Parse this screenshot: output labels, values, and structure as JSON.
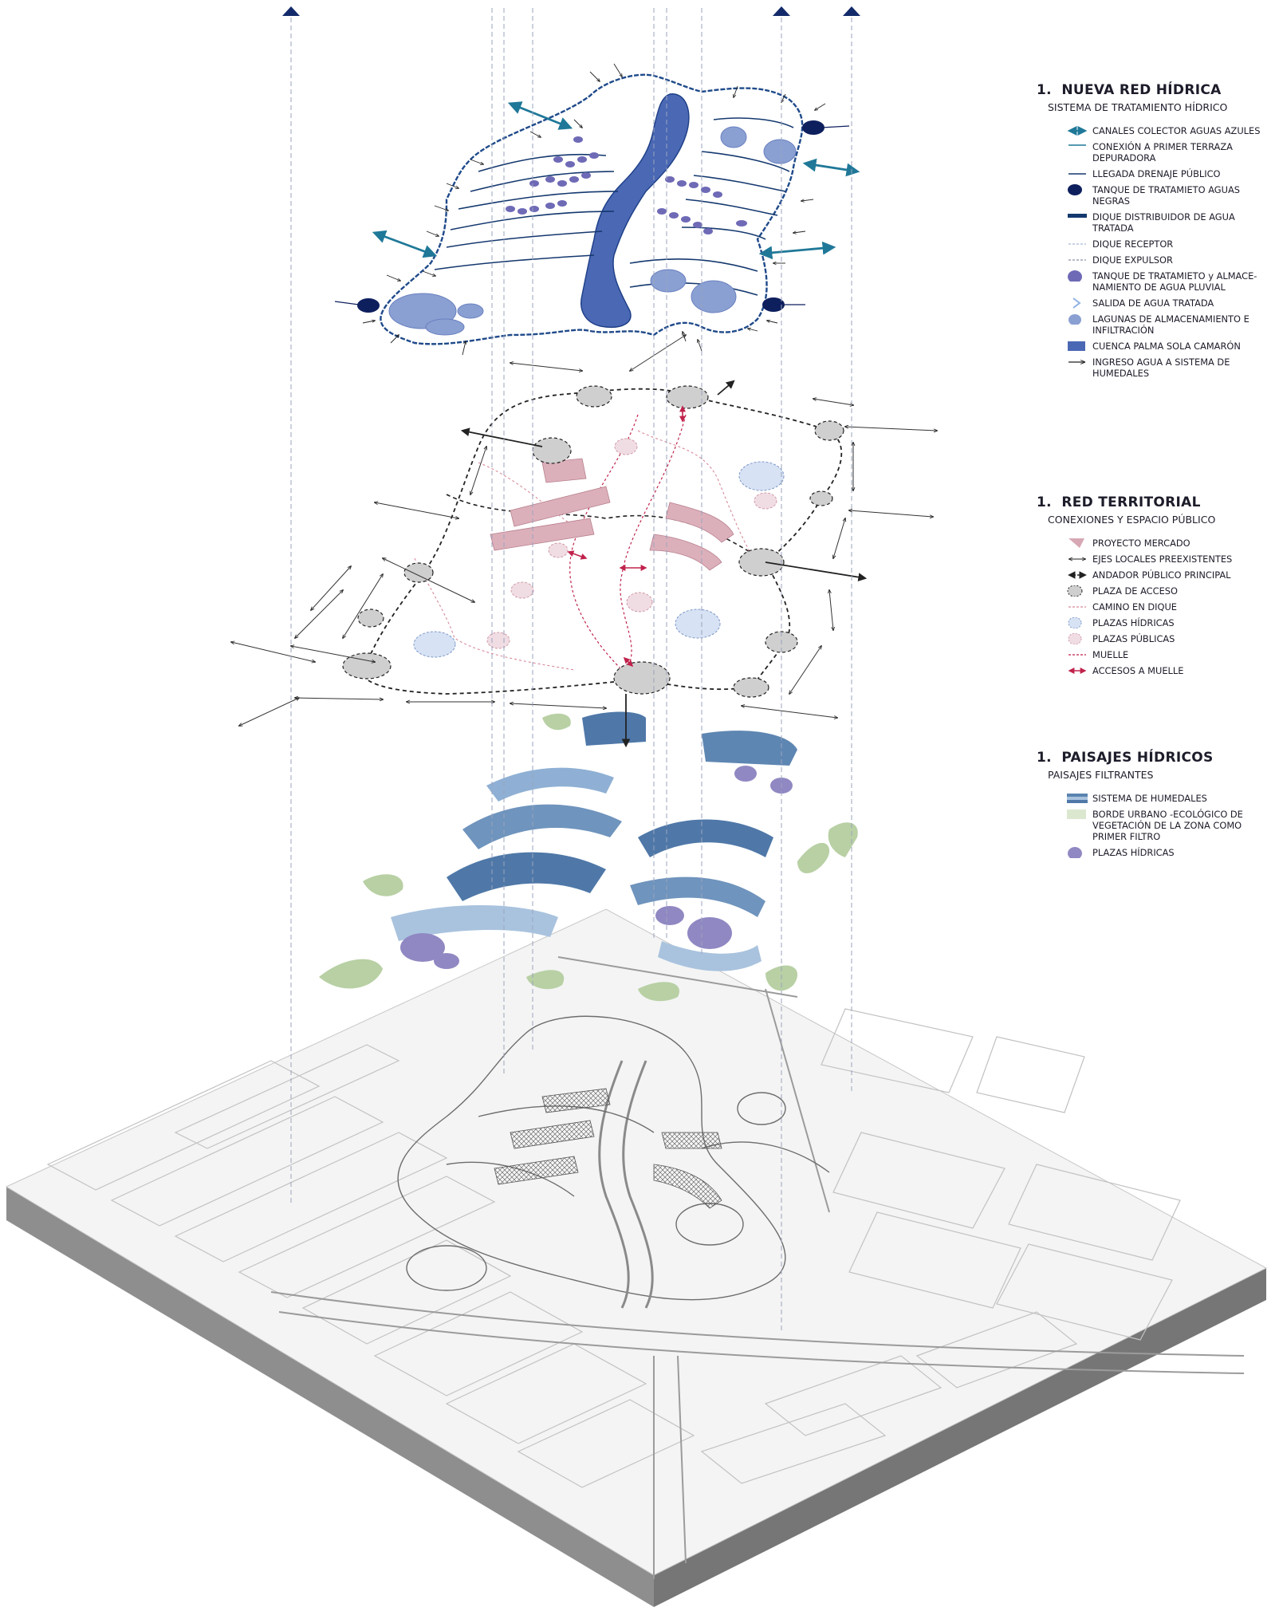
{
  "colors": {
    "water_dark": "#1d3e86",
    "water_main": "#4a68b4",
    "channel_teal": "#1f7898",
    "channel_navy": "#14386e",
    "tank_navy": "#0e1f5e",
    "tank_purple": "#7f7cb8",
    "lagoon_blue": "#8aa0d2",
    "plaza_grey": "#cfcfcf",
    "market_pink": "#d7a8b4",
    "muelle_red": "#c0224c",
    "hydric_plaza": "#d7e2f4",
    "public_plaza": "#f0dde3",
    "wetland_blue": "#5a84b0",
    "wetland_light": "#a9c3de",
    "vegetation_green": "#b8d0a4",
    "hydric_purple": "#9088c2",
    "base_grey": "#8c8c8c"
  },
  "legend_hidrica": {
    "title": "1.  NUEVA RED HÍDRICA",
    "subtitle": "SISTEMA DE TRATAMIENTO HÍDRICO",
    "items": [
      {
        "label": "CANALES COLECTOR AGUAS AZULES",
        "icon": "double-arrow-teal"
      },
      {
        "label": "CONEXIÓN A PRIMER TERRAZA DEPURADORA",
        "icon": "line-teal"
      },
      {
        "label": "LLEGADA DRENAJE PÚBLICO",
        "icon": "line-navy"
      },
      {
        "label": "TANQUE DE TRATAMIETO AGUAS NEGRAS",
        "icon": "ellipse-navy"
      },
      {
        "label": "DIQUE DISTRIBUIDOR DE AGUA TRATADA",
        "icon": "bar-navy"
      },
      {
        "label": "DIQUE RECEPTOR",
        "icon": "dashed-light"
      },
      {
        "label": "DIQUE EXPULSOR",
        "icon": "dashed-grey"
      },
      {
        "label": "TANQUE DE TRATAMIETO y ALMACE- NAMIENTO DE AGUA PLUVIAL",
        "icon": "circle-purple"
      },
      {
        "label": "SALIDA DE AGUA TRATADA",
        "icon": "arrow-lightblue"
      },
      {
        "label": "LAGUNAS DE ALMACENAMIENTO E INFILTRACIÓN",
        "icon": "blob-blue"
      },
      {
        "label": "CUENCA PALMA SOLA CAMARÓN",
        "icon": "rect-blue"
      },
      {
        "label": "INGRESO AGUA A SISTEMA DE HUMEDALES",
        "icon": "arrow-black"
      }
    ]
  },
  "legend_territorial": {
    "title": "1.  RED TERRITORIAL",
    "subtitle": "CONEXIONES Y ESPACIO PÚBLICO",
    "items": [
      {
        "label": "PROYECTO MERCADO",
        "icon": "triangle-pink"
      },
      {
        "label": "EJES LOCALES PREEXISTENTES",
        "icon": "double-arrow-thin"
      },
      {
        "label": "ANDADOR PÚBLICO PRINCIPAL",
        "icon": "double-arrow-dashed"
      },
      {
        "label": "PLAZA DE ACCESO",
        "icon": "circle-grey"
      },
      {
        "label": "CAMINO EN DIQUE",
        "icon": "dashed-pink"
      },
      {
        "label": "PLAZAS HÍDRICAS",
        "icon": "circle-lightblue"
      },
      {
        "label": "PLAZAS PÚBLICAS",
        "icon": "circle-pink"
      },
      {
        "label": "MUELLE",
        "icon": "dashed-red"
      },
      {
        "label": "ACCESOS A MUELLE",
        "icon": "double-arrow-red"
      }
    ]
  },
  "legend_paisajes": {
    "title": "1.  PAISAJES HÍDRICOS",
    "subtitle": "PAISAJES FILTRANTES",
    "items": [
      {
        "label": "SISTEMA DE HUMEDALES",
        "icon": "stripes-blue"
      },
      {
        "label": "BORDE URBANO -ECOLÓGICO DE VEGETACIÓN DE LA ZONA COMO PRIMER FILTRO",
        "icon": "rect-green"
      },
      {
        "label": "PLAZAS HÍDRICAS",
        "icon": "circle-purple"
      }
    ]
  }
}
